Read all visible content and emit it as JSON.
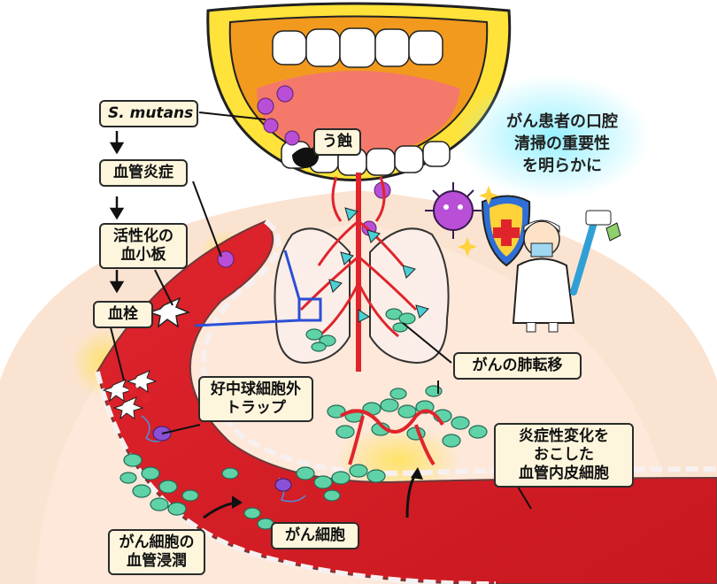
{
  "labels": {
    "s_mutans": "S. mutans",
    "caries": "う蝕",
    "vascular_inflammation": "血管炎症",
    "activated_platelets_l1": "活性化の",
    "activated_platelets_l2": "血小板",
    "thrombus": "血栓",
    "net_l1": "好中球細胞外",
    "net_l2": "トラップ",
    "lung_metastasis": "がんの肺転移",
    "endothelial_l1": "炎症性変化を",
    "endothelial_l2": "おこした",
    "endothelial_l3": "血管内皮細胞",
    "cancer_cell": "がん細胞",
    "invasion_l1": "がん細胞の",
    "invasion_l2": "血管浸潤"
  },
  "headline": {
    "line1": "がん患者の口腔",
    "line2": "清掃の重要性",
    "line3": "を明らかに"
  },
  "colors": {
    "mouth_outer": "#ffe23a",
    "mouth_inner": "#f29a1e",
    "tongue": "#f4796a",
    "vessel": "#e0242c",
    "cancer_cell": "#5fd3a7",
    "bacteria": "#b84fd6",
    "label_bg": "#fdf6dc",
    "highlight": "#8ff0ff"
  }
}
